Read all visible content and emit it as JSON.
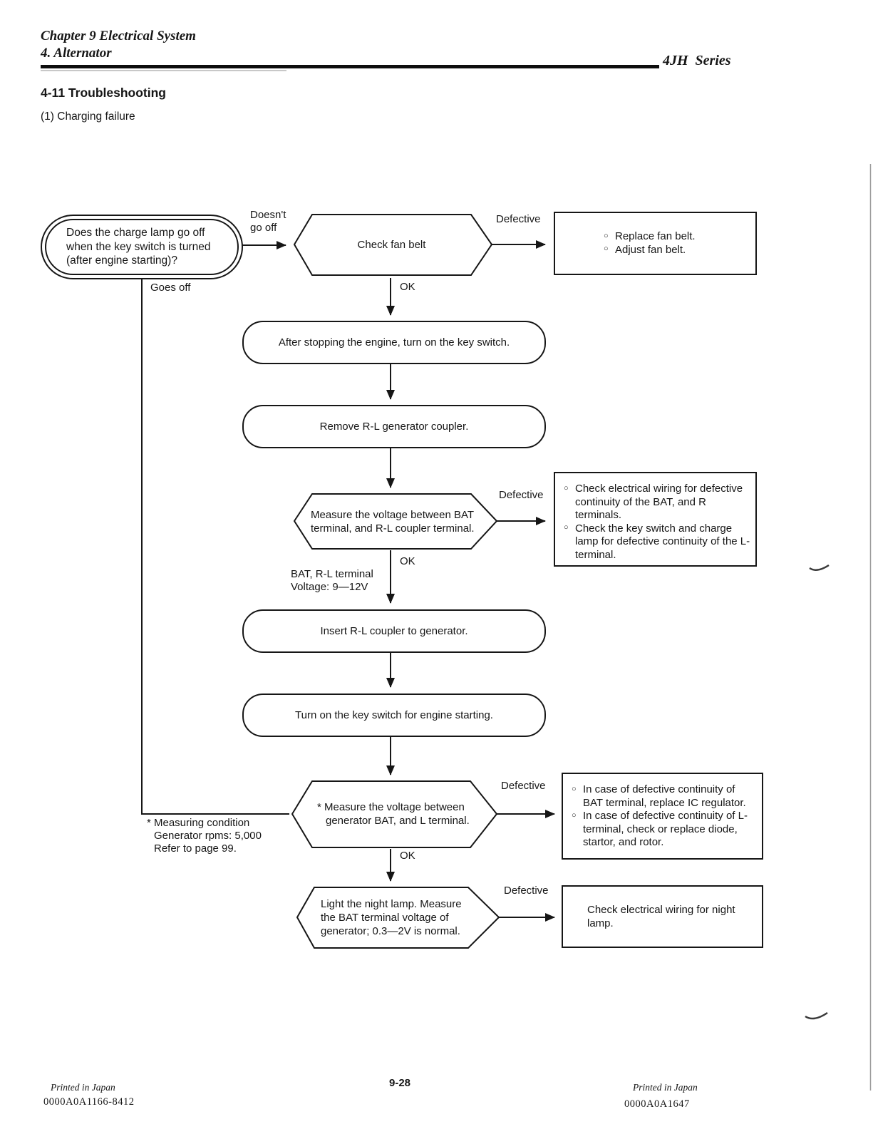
{
  "header": {
    "chapter": "Chapter 9 Electrical System",
    "section": "4. Alternator",
    "series": "4JH  Series",
    "title": "4-11 Troubleshooting",
    "subtitle": "(1) Charging failure"
  },
  "flow": {
    "bullet": "○",
    "start": {
      "l1": "Does the charge lamp go off",
      "l2": "when the key switch is turned",
      "l3": "(after engine starting)?"
    },
    "branch_doesnt": {
      "l1": "Doesn't",
      "l2": "go off"
    },
    "branch_goes": "Goes off",
    "hex_fan": "Check fan belt",
    "lbl_defective1": "Defective",
    "box_fan": {
      "item1": "Replace fan belt.",
      "item2": "Adjust fan belt."
    },
    "lbl_ok1": "OK",
    "st_stop_engine": "After stopping the engine, turn on the key switch.",
    "st_remove_coupler": "Remove R-L generator coupler.",
    "hex_measure_bat": {
      "l1": "Measure the voltage between BAT",
      "l2": "terminal, and R-L coupler terminal."
    },
    "lbl_defective2": "Defective",
    "box_wiring": {
      "item1": "Check electrical wiring for defective continuity of the BAT, and R terminals.",
      "item2": "Check the key switch and charge lamp for defective continuity of the L-terminal."
    },
    "lbl_ok2": "OK",
    "note_voltage": {
      "l1": "BAT, R-L terminal",
      "l2": "Voltage: 9—12V"
    },
    "st_insert_coupler": "Insert R-L coupler to generator.",
    "st_key_switch": "Turn on the key switch for engine starting.",
    "hex_measure_gen": {
      "l1": "* Measure the voltage between",
      "l2": "generator BAT, and L terminal."
    },
    "lbl_defective3": "Defective",
    "box_regulator": {
      "item1": "In case of defective continuity of BAT terminal, replace IC regulator.",
      "item2": "In case of defective continuity of L-terminal, check or replace diode, startor, and rotor."
    },
    "lbl_ok3": "OK",
    "note_measuring": {
      "l1": "* Measuring condition",
      "l2": "Generator rpms: 5,000",
      "l3": "Refer to page 99."
    },
    "hex_night_lamp": {
      "l1": "Light the night lamp. Measure",
      "l2": "the BAT terminal voltage of",
      "l3": "generator; 0.3—2V is normal."
    },
    "lbl_defective4": "Defective",
    "box_night": "Check electrical wiring for night lamp."
  },
  "footer": {
    "left_imprint": "Printed in Japan",
    "left_code": "0000A0A1166-8412",
    "page_number": "9-28",
    "right_imprint": "Printed in Japan",
    "right_code": "0000A0A1647"
  }
}
